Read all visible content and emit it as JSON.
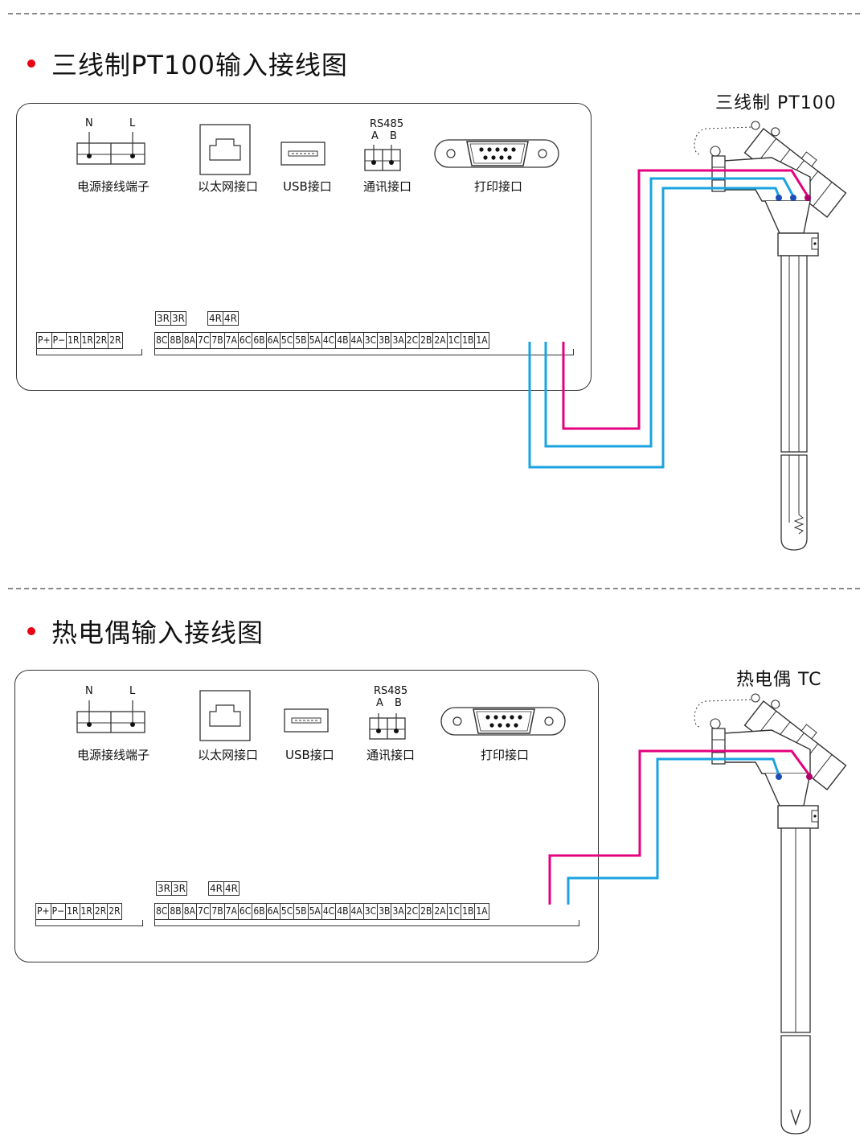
{
  "sections": [
    {
      "heading": "三线制PT100输入接线图",
      "sensor_title": "三线制 PT100",
      "wires": [
        "magenta",
        "blue",
        "blue"
      ]
    },
    {
      "heading": "热电偶输入接线图",
      "sensor_title": "热电偶 TC",
      "wires": [
        "magenta",
        "blue"
      ]
    }
  ],
  "ports": {
    "power": "电源接线端子",
    "power_n": "N",
    "power_l": "L",
    "ethernet": "以太网接口",
    "usb": "USB接口",
    "rs485": "RS485",
    "rs485_a": "A",
    "rs485_b": "B",
    "comm": "通讯接口",
    "print": "打印接口"
  },
  "terminals_left": [
    "P+",
    "P−",
    "1R",
    "1R",
    "2R",
    "2R"
  ],
  "terminals_main": [
    "8C",
    "8B",
    "8A",
    "7C",
    "7B",
    "7A",
    "6C",
    "6B",
    "6A",
    "5C",
    "5B",
    "5A",
    "4C",
    "4B",
    "4A",
    "3C",
    "3B",
    "3A",
    "2C",
    "2B",
    "2A",
    "1C",
    "1B",
    "1A"
  ],
  "tags_3r": [
    "3R",
    "3R"
  ],
  "tags_4r": [
    "4R",
    "4R"
  ],
  "colors": {
    "magenta": "#e4007f",
    "blue": "#1aa3e0",
    "red_bullet": "#e60012",
    "line": "#333333"
  }
}
